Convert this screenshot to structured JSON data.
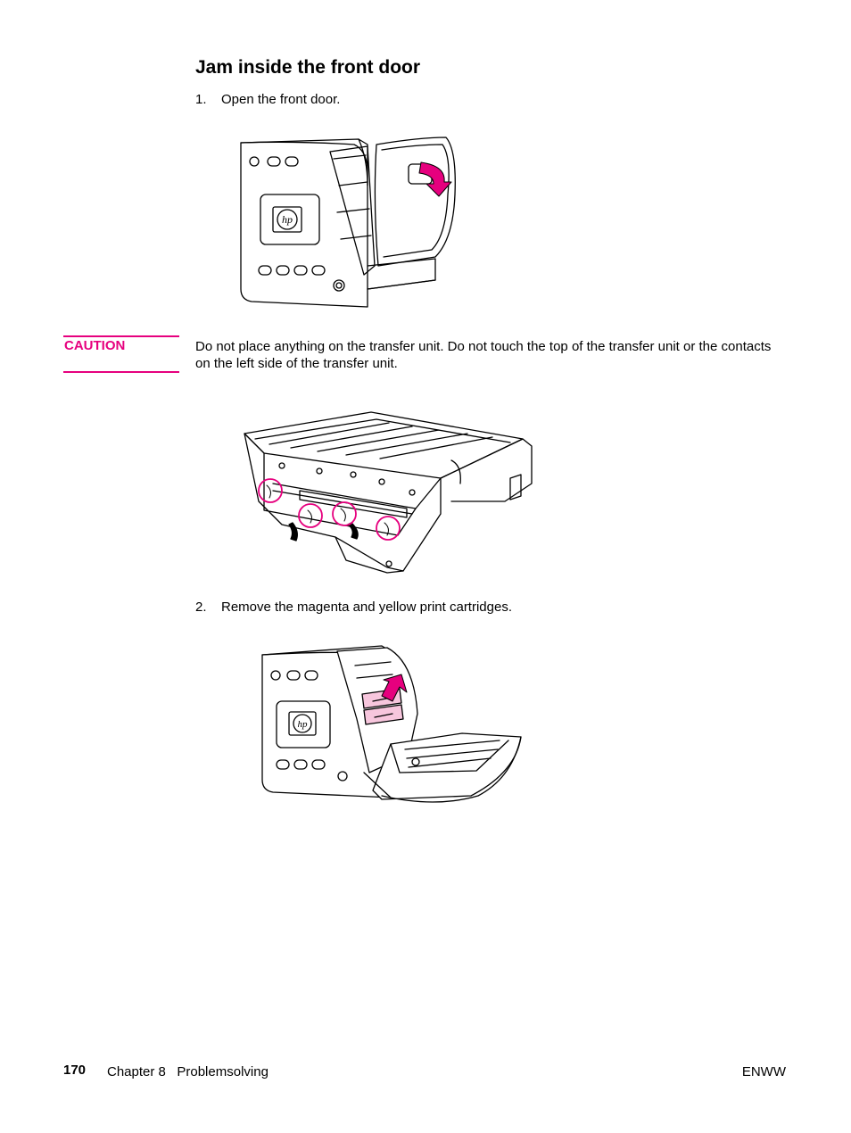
{
  "section": {
    "title": "Jam inside the front door"
  },
  "steps": [
    {
      "number": "1.",
      "text": "Open the front door."
    },
    {
      "number": "2.",
      "text": "Remove the magenta and yellow print cartridges."
    }
  ],
  "caution": {
    "label": "CAUTION",
    "text": "Do not place anything on the transfer unit. Do not touch the top of the transfer unit or the contacts on the left side of the transfer unit."
  },
  "figures": [
    {
      "id": "printer-front-door-open",
      "logo_text": "hp"
    },
    {
      "id": "transfer-unit-contacts"
    },
    {
      "id": "remove-cartridges",
      "logo_text": "hp"
    }
  ],
  "colors": {
    "accent": "#e6007e",
    "highlight": "#f7c6dd",
    "line": "#000000"
  },
  "footer": {
    "page_number": "170",
    "chapter": "Chapter 8   Problemsolving",
    "edition": "ENWW"
  }
}
